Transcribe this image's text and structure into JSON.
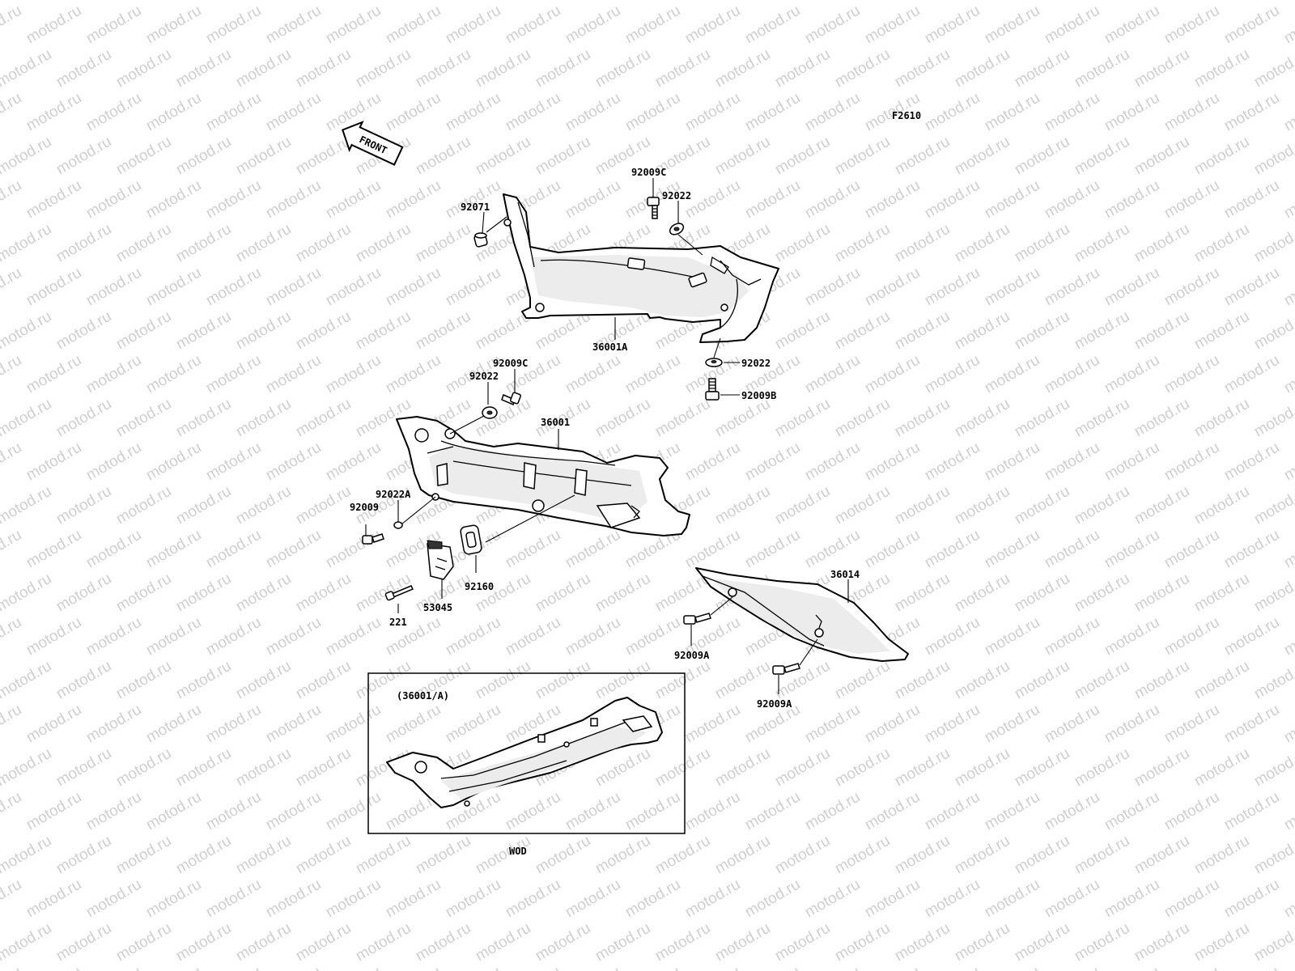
{
  "watermark": "motod.ru",
  "figure_code": "F2610",
  "front_indicator": "FRONT",
  "labels": {
    "p92071": "92071",
    "p92009C_top": "92009C",
    "p92022_top": "92022",
    "p36001A": "36001A",
    "p92022_right": "92022",
    "p92009B": "92009B",
    "p92009C_mid": "92009C",
    "p92022_mid": "92022",
    "p36001": "36001",
    "p92022A": "92022A",
    "p92009": "92009",
    "p92160": "92160",
    "p53045": "53045",
    "p221": "221",
    "p36014": "36014",
    "p92009A_left": "92009A",
    "p92009A_right": "92009A"
  },
  "inset": {
    "caption": "(36001/A)",
    "footnote": "WOD"
  }
}
